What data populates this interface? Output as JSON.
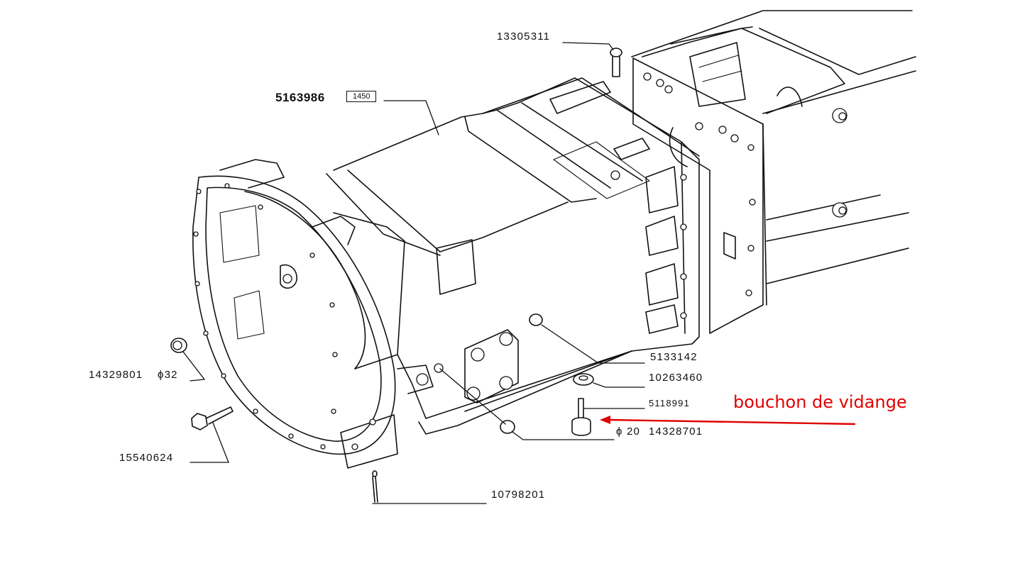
{
  "diagram": {
    "title": "Exploded parts view – clutch / gearbox housing",
    "callouts": [
      {
        "id": "bolt-top",
        "part_number": "13305311"
      },
      {
        "id": "housing",
        "part_number": "5163986",
        "ref_box": "1450"
      },
      {
        "id": "sleeve-32",
        "part_number": "14329801",
        "size": "ϕ32"
      },
      {
        "id": "hex-bolt",
        "part_number": "15540624"
      },
      {
        "id": "cotter-pin",
        "part_number": "10798201"
      },
      {
        "id": "dowel",
        "part_number": "5133142"
      },
      {
        "id": "washer",
        "part_number": "10263460"
      },
      {
        "id": "drain-plug",
        "part_number": "5118991"
      },
      {
        "id": "sleeve-20",
        "part_number": "14328701",
        "size": "ϕ 20"
      }
    ],
    "annotation": {
      "text": "bouchon de vidange",
      "color": "#e00000",
      "points_to": "drain-plug"
    }
  }
}
